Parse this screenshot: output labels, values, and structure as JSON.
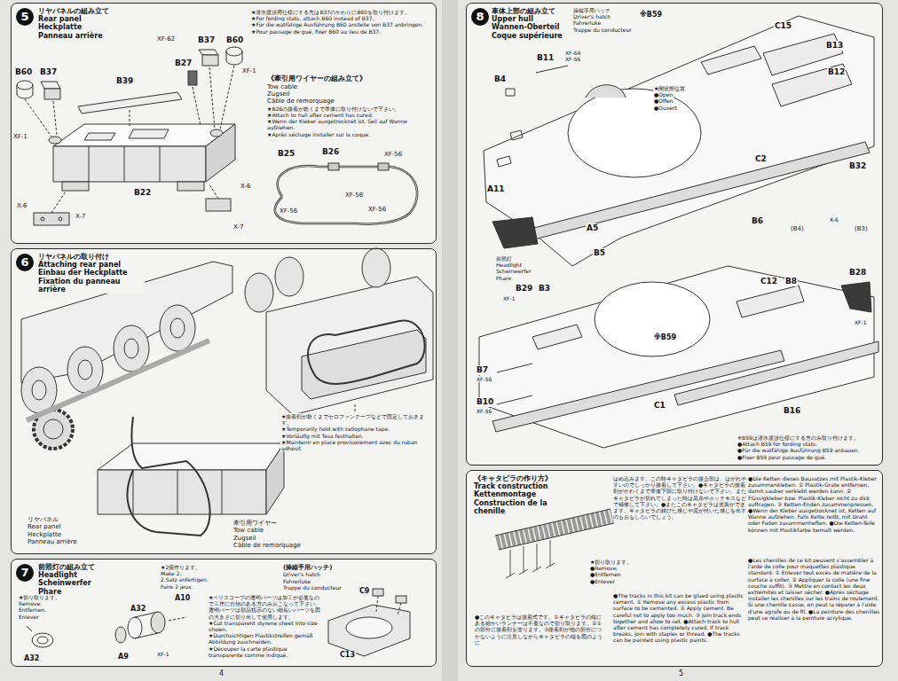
{
  "diagram": {
    "nodes": [
      {
        "text": [
          "リヤパネルの組み立て Rear panel Heckplatte Panneau arrière"
        ]
      },
      {
        "text": [
          "5"
        ],
        "in": 0
      },
      {
        "text": [
          "リヤパネルの取り付け Attaching rear panel Einbau der Heckplatte Fixation du panneau arrière"
        ]
      },
      {
        "text": [
          "6"
        ],
        "in": 2
      },
      {
        "text": [
          "前照灯の組み立て Headlight Scheinwerfer Phare"
        ]
      },
      {
        "text": [
          "7"
        ],
        "in": 4
      },
      {
        "text": [
          "車体上部の組み立て Upper hull Wannen-Oberteil Coque supérieure"
        ]
      },
      {
        "text": [
          "8"
        ],
        "in": 6
      },
      {
        "text": [
          "《キャタピラの作り方》 Track construction Kettenmontage Construction de la chenille"
        ]
      }
    ],
    "labels": [
      "B60",
      "B37",
      "XF-1",
      "X-6",
      "X-7",
      "B39",
      "XF-62",
      "B37",
      "B60",
      "B27",
      "XF-1",
      "B22",
      "X-6",
      "X-7",
      "★潜水渡渉用仕様にする方はB37のかわりにB60を取り付けます。",
      "★For fording stats, attach B60 instead of B37.",
      "★Für die watfähige Ausführung B60 anstelle von B37 anbringen.",
      "★Pour passage de gué, fixer B60 au lieu de B37.",
      "《牽引用ワイヤーの組み立て》",
      "Tow cable",
      "Zugseil",
      "Câble de remorquage",
      "★B26の接着が乾くまで車体に取り付けないで下さい。",
      "★Attach to hull after cement has cured.",
      "★Wenn der Kleber ausgetrocknet ist, Seil auf Wanne aufziehen.",
      "★Après séchage installer sur la coque.",
      "B25",
      "B26",
      "XF-56",
      "XF-56",
      "XF-56",
      "XF-56",
      "★接着剤が乾くまでセロファンテープなどで固定しておきます。",
      "★Temporarily hold with cellophane tape.",
      "★Vorläufig mit Tesa festhalten.",
      "★Maintenir en place provisoirement avec du ruban adhésif.",
      "リヤパネル",
      "Rear panel",
      "Heckplatte",
      "Panneau arrière",
      "牽引用ワイヤー",
      "Tow cable",
      "Zugseil",
      "Câble de remorquage",
      "★切り取ります。",
      "Remove.",
      "Entfernen.",
      "Enlever",
      "A32",
      "★2個作ります。",
      "Make 2.",
      "2 Satz anfertigen.",
      "Faire 2 jeux.",
      "A10",
      "A32",
      "A9",
      "XF-1",
      "★ペリスコープの透明パーツは加工が必要なので工作に自信のある方のみおこなって下さい。透明パーツは部品指示のない細長いパーツを図の大きさに切り出して使用します。",
      "★Cut transparent styrene sheet into size shown.",
      "★Durchsichtigen Plastikstreifen gemäß Abbildung zuschneiden.",
      "★Découper la carte plastique transparente comme indiqué.",
      "(操縦手用ハッチ)",
      "Driver's hatch",
      "Fahrerluke",
      "Trappe du conducteur",
      "C9",
      "C13",
      "操縦手用ハッチ",
      "Driver's hatch",
      "Fahrerluke",
      "Trappe du conducteur",
      "※B59",
      "C15",
      "B11",
      "XF-64",
      "XF-56",
      "B4",
      "B13",
      "B12",
      "★開状態位置",
      "●Open",
      "●Offen",
      "●Ouvert",
      "C2",
      "B32",
      "A11",
      "A5",
      "B5",
      "B6",
      "(B4)",
      "X-6",
      "(B3)",
      "前照灯",
      "Headlight",
      "Scheinwerfer",
      "Phare",
      "B29",
      "B3",
      "XF-1",
      "XF-1",
      "※B59",
      "C12",
      "B8",
      "B28",
      "B7",
      "XF-56",
      "B10",
      "XF-56",
      "C1",
      "B16",
      "※B59は潜水渡渉仕様にする方のみ取り付けます。",
      "●Attach B59 for fording stats.",
      "●Für die watfähige Ausführung B59 anbauen.",
      "●Fixer B59 pour passage de gué.",
      "★切り取ります。",
      "●Remove.",
      "●Entfernen",
      "●Enlever",
      "●このキャタピラは接着式です。①キャタピラの端にある細かいランナーは不要なので切り取ります。②①の部分に接着剤を塗ります。③接着剤が他の部分につかないように注意しながらキャタピラの端を図のように",
      "はめ込みます。この時キャタピラの接合部は、はがれやすいのでしっかり接着して下さい。●キャタピラの接着剤がかわくまで車体下部に取り付けないで下さい。またキャタピラが切れてしまった時は黒糸やホッチキスなどで補修して下さい。●またこのキャタピラは塗装ができます。キャタピラの錆びた感じや泥が付いた感じを出すのもおもしろいでしょう。",
      "●The tracks in this kit can be glued using plastic cement. ① Remove any excess plastic from surface to be cemented. ② Apply cement. Be careful not to apply too much. ③ Join track ends together and allow to set. ●Attach track to hull after cement has completely cured. If track breaks, join with staples or thread. ●The tracks can be painted using plastic paints.",
      "●Die Ketten dieses Bausatzes mit Plastik-Kleber zusammenkleben. ① Plastik-Grate entfernen, damit sauber verklebt werden kann. ② Flüssigkleber bzw. Plastik-Kleber nicht zu dick auftragen. ③ Ketten-Enden zusammenpressen. ●Wenn der Kleber ausgetrocknet ist, Ketten auf Wanne aufziehen. Falls Kette reißt, mit Draht oder Faden zusammenheften. ●Die Ketten-Teile können mit Plastikfarbe bemalt werden.",
      "●Les chenilles de ce kit peuvent s'assembler à l'aide de colle pour maquettes plastique standard. ① Enlever tout excès de matière de la surface à coller. ② Appliquer la colle (une fine couche suffit). ③ Mettre en contact les deux extrémités et laisser sécher. ●Après séchage installer les chenilles sur les trains de roulement. Si une chenille casse, on peut la réparer à l'aide d'une agrafe ou de fil. ●La peinture des chenilles peut se réaliser à la peinture acrylique.",
      "4",
      "5"
    ]
  }
}
